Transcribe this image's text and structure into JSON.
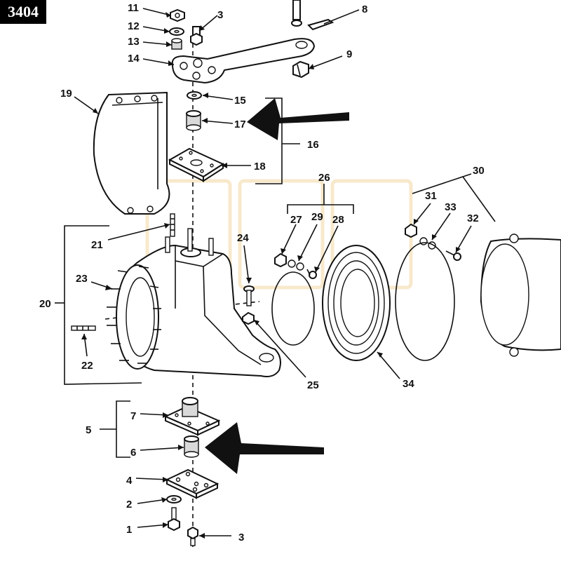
{
  "figure_id": "3404",
  "callouts": [
    {
      "key": "c11",
      "label": "11"
    },
    {
      "key": "c3a",
      "label": "3"
    },
    {
      "key": "c8",
      "label": "8"
    },
    {
      "key": "c12",
      "label": "12"
    },
    {
      "key": "c13",
      "label": "13"
    },
    {
      "key": "c14",
      "label": "14"
    },
    {
      "key": "c9",
      "label": "9"
    },
    {
      "key": "c19",
      "label": "19"
    },
    {
      "key": "c15",
      "label": "15"
    },
    {
      "key": "c17",
      "label": "17"
    },
    {
      "key": "c16",
      "label": "16"
    },
    {
      "key": "c18",
      "label": "18"
    },
    {
      "key": "c26",
      "label": "26"
    },
    {
      "key": "c30",
      "label": "30"
    },
    {
      "key": "c31",
      "label": "31"
    },
    {
      "key": "c33",
      "label": "33"
    },
    {
      "key": "c27",
      "label": "27"
    },
    {
      "key": "c29",
      "label": "29"
    },
    {
      "key": "c28",
      "label": "28"
    },
    {
      "key": "c32",
      "label": "32"
    },
    {
      "key": "c21",
      "label": "21"
    },
    {
      "key": "c24",
      "label": "24"
    },
    {
      "key": "c23",
      "label": "23"
    },
    {
      "key": "c20",
      "label": "20"
    },
    {
      "key": "c22",
      "label": "22"
    },
    {
      "key": "c25",
      "label": "25"
    },
    {
      "key": "c34",
      "label": "34"
    },
    {
      "key": "c7",
      "label": "7"
    },
    {
      "key": "c5",
      "label": "5"
    },
    {
      "key": "c6",
      "label": "6"
    },
    {
      "key": "c4",
      "label": "4"
    },
    {
      "key": "c2",
      "label": "2"
    },
    {
      "key": "c1",
      "label": "1"
    },
    {
      "key": "c3b",
      "label": "3"
    }
  ]
}
